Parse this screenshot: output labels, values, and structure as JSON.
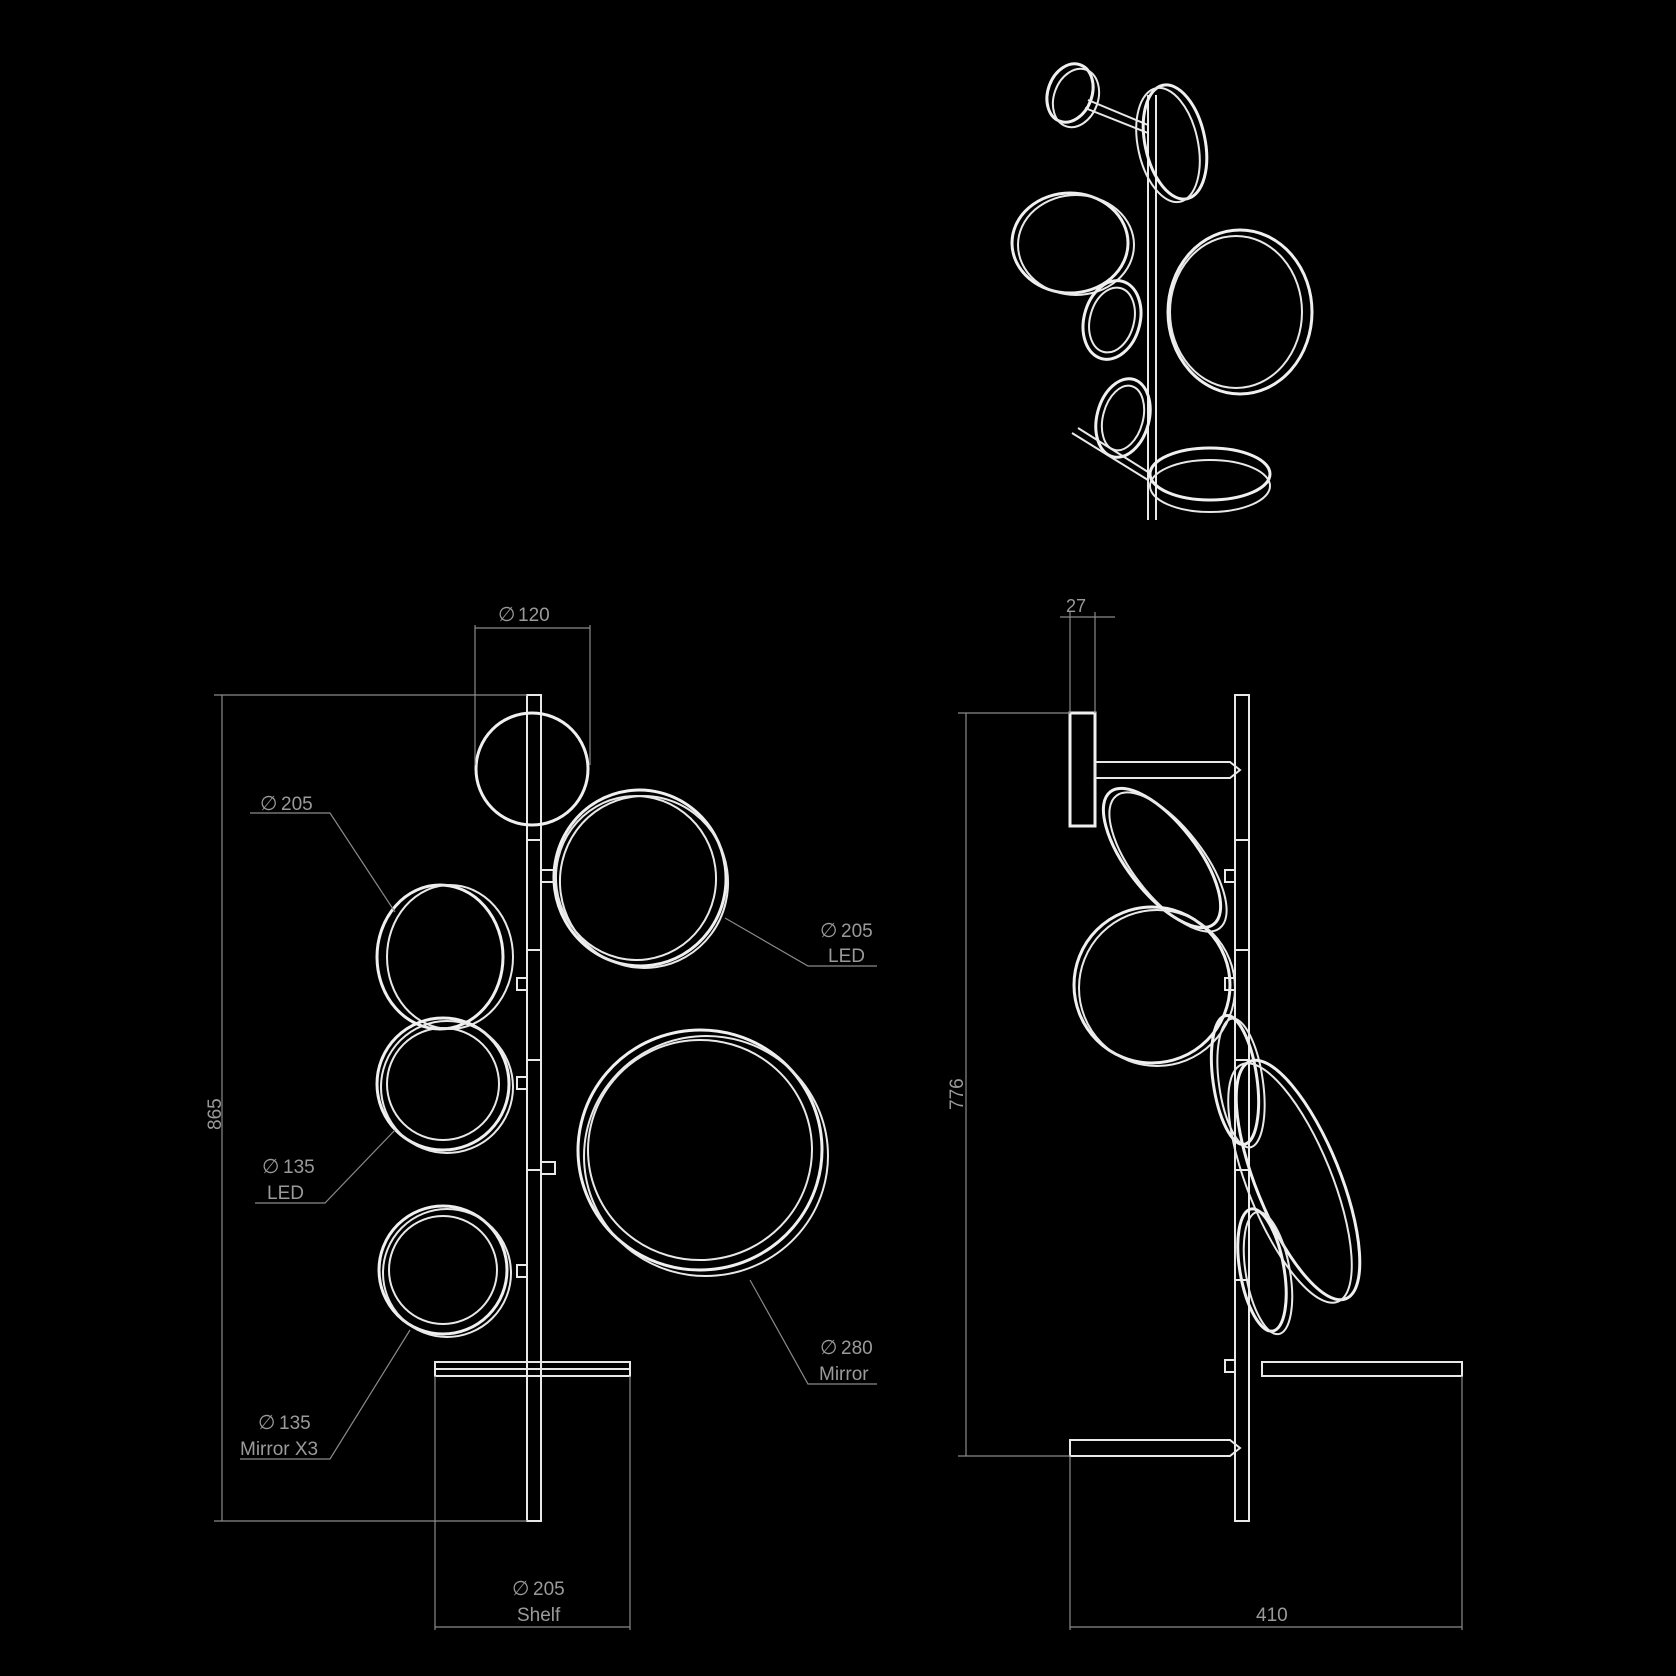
{
  "diameter_symbol": "∅",
  "front_view": {
    "top_width": "120",
    "height": "865",
    "callouts": [
      {
        "value": "205",
        "label": ""
      },
      {
        "value": "205",
        "label": "LED"
      },
      {
        "value": "135",
        "label": "LED"
      },
      {
        "value": "280",
        "label": "Mirror"
      },
      {
        "value": "135",
        "label": "Mirror X3"
      },
      {
        "value": "205",
        "label": "Shelf"
      }
    ]
  },
  "side_view": {
    "depth": "27",
    "height": "776",
    "width": "410"
  },
  "colors": {
    "background": "#000000",
    "line": "#e8e8e8",
    "dimension": "#8a8a8a"
  }
}
